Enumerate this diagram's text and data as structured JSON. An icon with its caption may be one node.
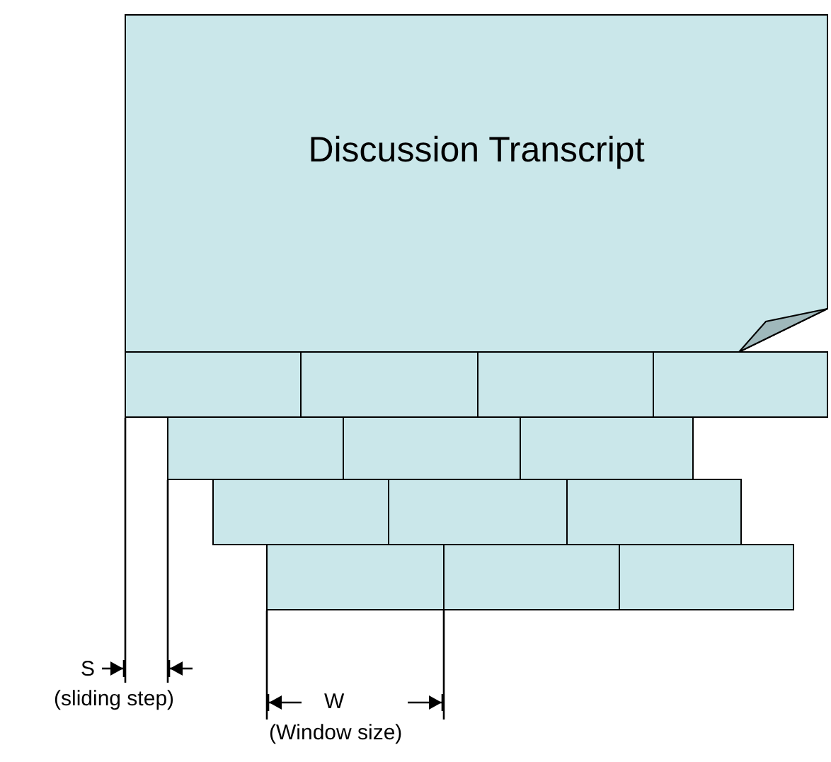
{
  "diagram": {
    "nodes": [
      {
        "text": [
          "Discussion Transcript"
        ]
      },
      {
        "text": [],
        "shape": "box"
      },
      {
        "text": [],
        "shape": "box"
      },
      {
        "text": [],
        "shape": "box"
      },
      {
        "text": [],
        "shape": "box"
      },
      {
        "text": [],
        "shape": "box"
      },
      {
        "text": [],
        "shape": "box"
      },
      {
        "text": [],
        "shape": "box"
      },
      {
        "text": [],
        "shape": "box"
      },
      {
        "text": [],
        "shape": "box"
      },
      {
        "text": [],
        "shape": "box"
      },
      {
        "text": [],
        "shape": "box"
      },
      {
        "text": [],
        "shape": "box"
      },
      {
        "text": [],
        "shape": "box"
      }
    ],
    "labels": [
      "S",
      "(sliding step)",
      "W",
      "(Window size)"
    ]
  }
}
